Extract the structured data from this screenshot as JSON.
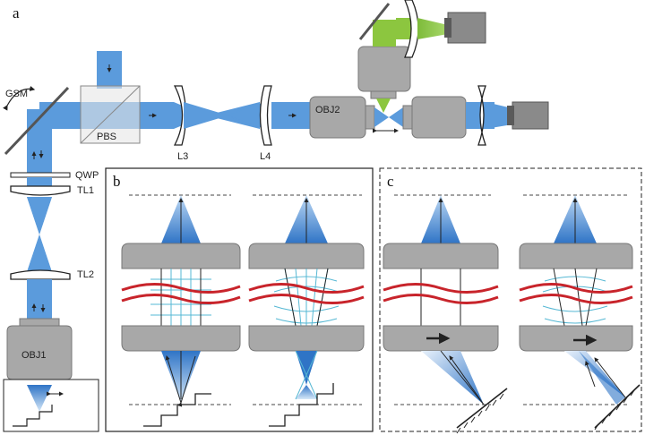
{
  "panel_labels": {
    "a": "a",
    "b": "b",
    "c": "c"
  },
  "component_labels": {
    "gsm": "GSM",
    "pbs": "PBS",
    "qwp": "QWP",
    "tl1": "TL1",
    "tl2": "TL2",
    "obj1": "OBJ1",
    "l3": "L3",
    "l4": "L4",
    "obj2": "OBJ2"
  },
  "colors": {
    "beam_blue": "#5b9bdc",
    "beam_light": "#bcd8f4",
    "focus_green": "#8cc63f",
    "objective_gray": "#a8a8a8",
    "sample_red": "#c8242b",
    "grid_cyan": "#56b8d4"
  }
}
